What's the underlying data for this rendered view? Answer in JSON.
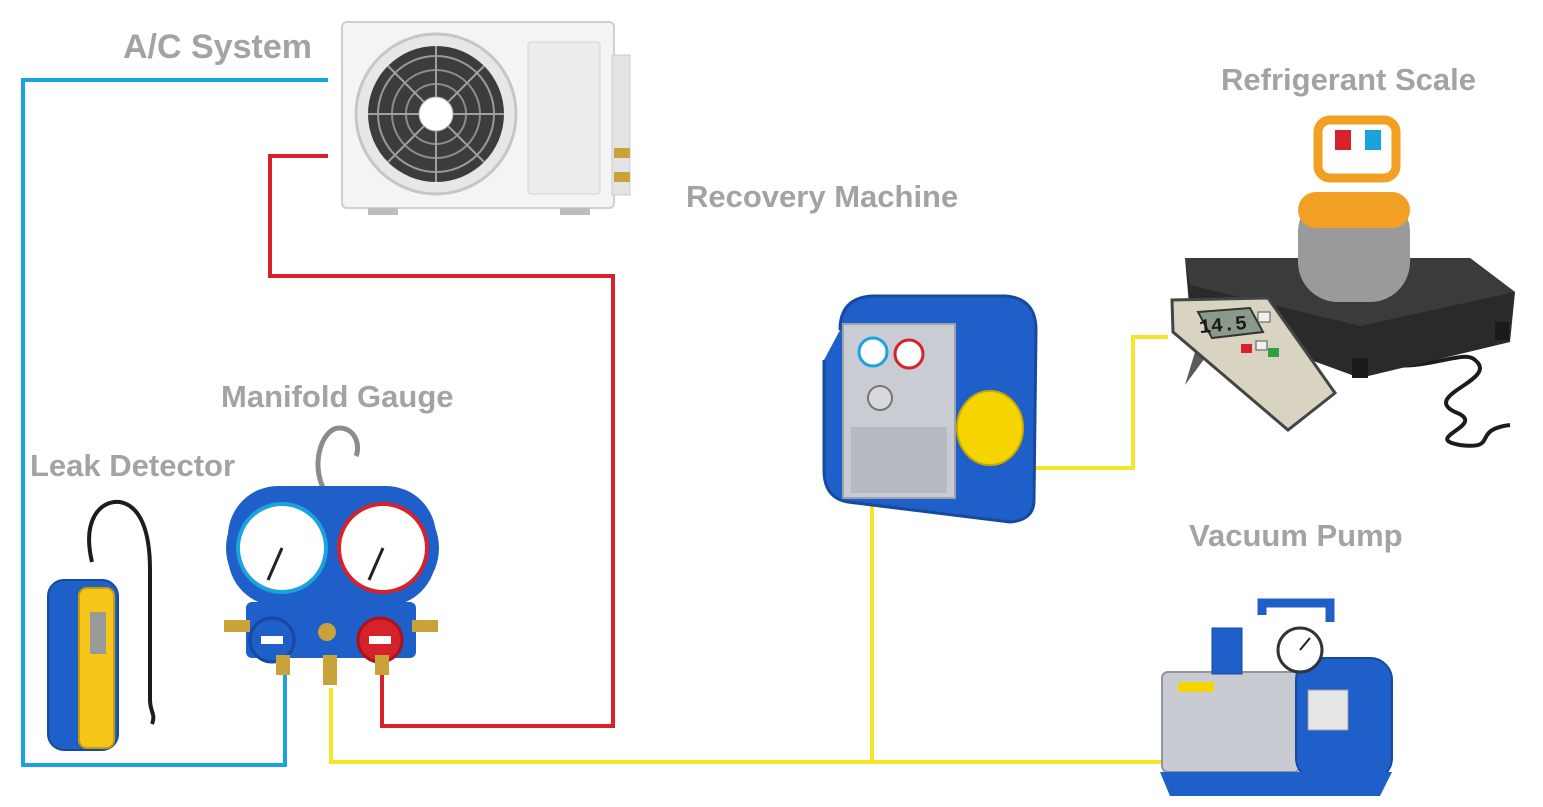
{
  "labels": {
    "ac_system": "A/C System",
    "refrigerant_scale": "Refrigerant Scale",
    "recovery_machine": "Recovery Machine",
    "manifold_gauge": "Manifold Gauge",
    "leak_detector": "Leak Detector",
    "vacuum_pump": "Vacuum Pump"
  },
  "scale_display": {
    "reading": "14.5"
  },
  "colors": {
    "label_text": "#a3a3a3",
    "low_side_line": "#1aa3dc",
    "high_side_line": "#d6222a",
    "service_line": "#f5e62a",
    "tool_blue": "#1f5fc9",
    "cylinder_orange": "#f2a024"
  }
}
